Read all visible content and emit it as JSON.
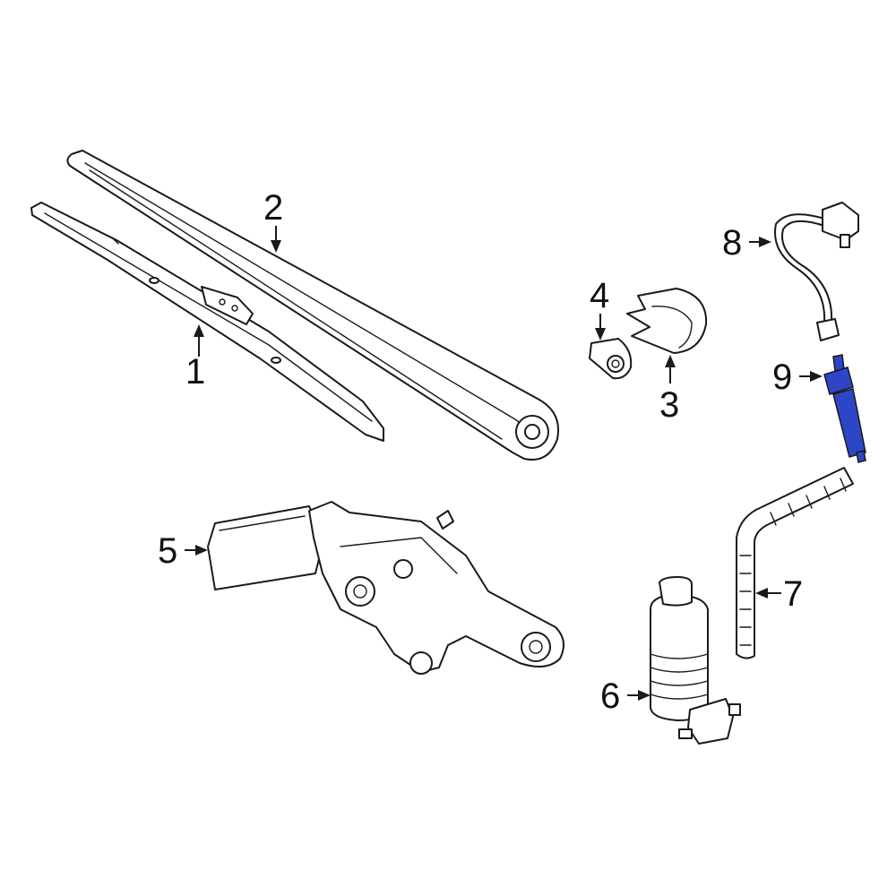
{
  "callouts": [
    {
      "id": "1",
      "label": "1"
    },
    {
      "id": "2",
      "label": "2"
    },
    {
      "id": "3",
      "label": "3"
    },
    {
      "id": "4",
      "label": "4"
    },
    {
      "id": "5",
      "label": "5"
    },
    {
      "id": "6",
      "label": "6"
    },
    {
      "id": "7",
      "label": "7"
    },
    {
      "id": "8",
      "label": "8"
    },
    {
      "id": "9",
      "label": "9"
    }
  ],
  "colors": {
    "line": "#1a1a1a",
    "highlight": "#2d46c8",
    "background": "#ffffff"
  },
  "highlighted_part": "9"
}
